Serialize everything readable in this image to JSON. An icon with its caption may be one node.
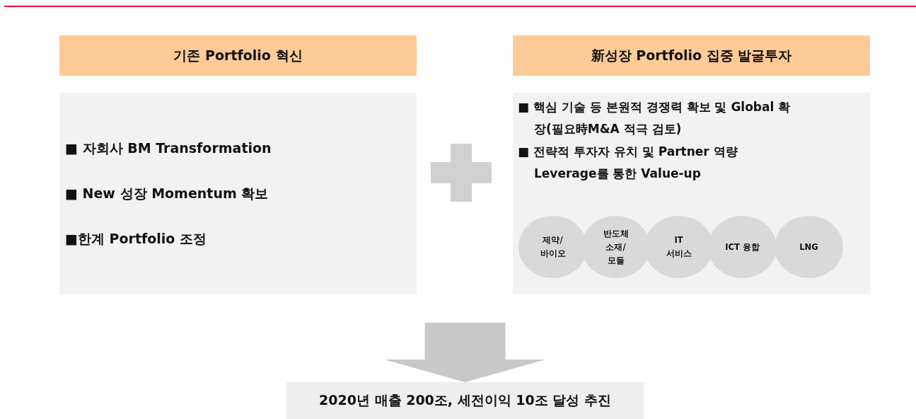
{
  "diagram": {
    "nodes": [
      {
        "text": [
          "기존 Portfolio 혁신"
        ]
      },
      {
        "text": [
          "■ 자회사 BM Transformation",
          "■ New 성장 Momentum 확보",
          "■한계 Portfolio 조정"
        ]
      },
      {
        "text": [
          "新성장 Portfolio 집중 발굴투자"
        ]
      },
      {
        "text": [
          "■ 핵심 기술 등 본원적 경쟁력 확보 및 Global 확장(필요時M&A 적극 검토)",
          "■ 전략적 투자자 유치 및 Partner 역량 Leverage를 통한 Value-up"
        ]
      },
      {
        "text": [
          "제약/ 바이오"
        ],
        "in": 3
      },
      {
        "text": [
          "반도체 소재/모듈"
        ],
        "in": 3
      },
      {
        "text": [
          "IT 서비스"
        ],
        "in": 3
      },
      {
        "text": [
          "ICT 융합"
        ],
        "in": 3
      },
      {
        "text": [
          "LNG"
        ],
        "in": 3
      },
      {
        "text": [
          "2020년 매출 200조, 세전이익 10조 달성 추진"
        ]
      }
    ],
    "edges": [
      {
        "from": null,
        "to": 9,
        "arrow": "to"
      }
    ]
  }
}
